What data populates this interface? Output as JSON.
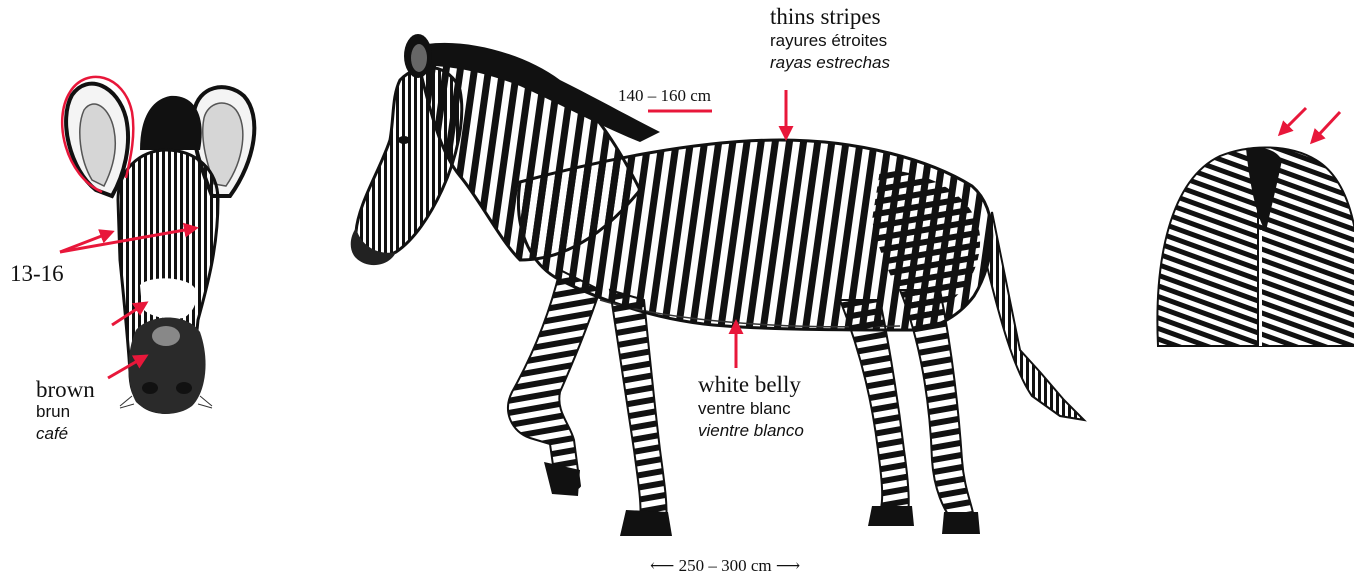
{
  "colors": {
    "arrow": "#e8173a",
    "ink": "#111111",
    "paper": "#ffffff"
  },
  "labels": {
    "count": "13-16",
    "nose": {
      "en": "brown",
      "fr": "brun",
      "es": "café"
    },
    "back": {
      "en": "thins stripes",
      "fr": "rayures étroites",
      "es": "rayas estrechas"
    },
    "belly": {
      "en": "white belly",
      "fr": "ventre blanc",
      "es": "vientre blanco"
    },
    "height": "140 – 160 cm",
    "length": "⟵ 250 – 300 cm ⟶"
  }
}
